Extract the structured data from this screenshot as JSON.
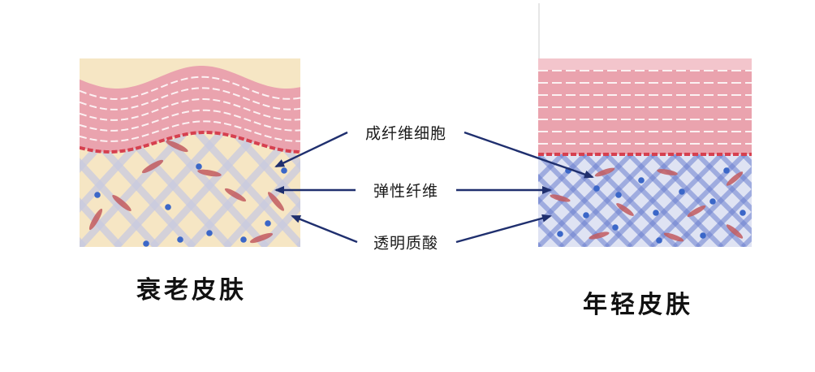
{
  "labels": {
    "fibroblast": "成纤维细胞",
    "elastic_fiber": "弹性纤维",
    "hyaluronic_acid": "透明质酸"
  },
  "captions": {
    "aged": "衰老皮肤",
    "young": "年轻皮肤"
  },
  "colors": {
    "arrow": "#1f2f6e",
    "epidermis_light": "#f6d3d8",
    "epidermis_mid": "#eaa3ae",
    "boundary": "#d6404f",
    "dermis_aged": "#f6e6c4",
    "dermis_young": "#dfe3f3",
    "fiber_aged": "#c9cbe0",
    "fiber_young": "#6c80d0",
    "cell": "#c25a5f",
    "dot": "#3b67c8"
  }
}
